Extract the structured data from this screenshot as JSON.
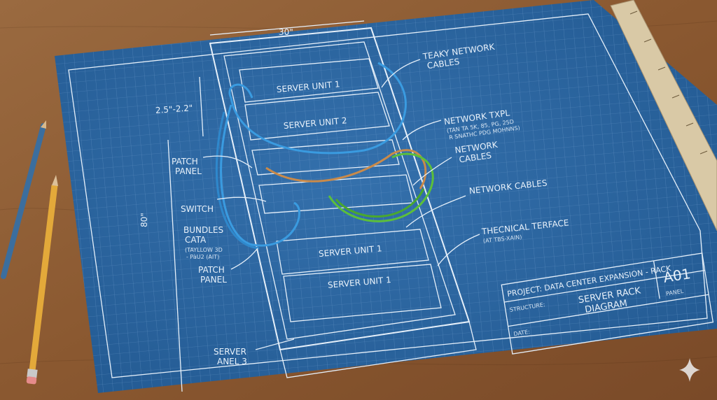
{
  "colors": {
    "wood": "#8a5a34",
    "blueprint": "#2e6aa6",
    "line": "#e6f0fa",
    "cable_blue": "#3a9be0",
    "cable_green": "#5cbf3a",
    "cable_orange": "#c98a4a"
  },
  "dimensions": {
    "width": "30\"",
    "unit_spacing": "2.5\"-2.2\"",
    "height": "80\""
  },
  "rack": {
    "units": [
      "SERVER UNIT 1",
      "SERVER UNIT 2",
      "SERVER UNIT 1",
      "SERVER UNIT 1"
    ]
  },
  "callouts_left": [
    {
      "lines": [
        "PATCH",
        "PANEL"
      ]
    },
    {
      "lines": [
        "SWITCH"
      ]
    },
    {
      "lines": [
        "BUNDLES",
        "CATA"
      ],
      "sub": [
        "(TAYLLOW 3D",
        "- PàU2 (AIT)"
      ]
    },
    {
      "lines": [
        "PATCH",
        "PANEL"
      ]
    },
    {
      "lines": [
        "SERVER",
        "ANEL 3"
      ]
    }
  ],
  "callouts_right": [
    {
      "lines": [
        "TEAKY NETWORK",
        "CABLES"
      ]
    },
    {
      "lines": [
        "NETWORK TXPL"
      ],
      "sub": [
        "(TAN TA 5K, 85, PG, 25D",
        "R SNATHC PDG MOHNNS)"
      ]
    },
    {
      "lines": [
        "NETWORK",
        "CABLES"
      ]
    },
    {
      "lines": [
        "NETWORK CABLES"
      ]
    },
    {
      "lines": [
        "THECNICAL TERFACE"
      ],
      "sub": [
        "(AT TBS-XAIN)"
      ]
    }
  ],
  "title_block": {
    "project": "PROJECT: DATA CENTER EXPANSION - RACK",
    "sheet": "A01",
    "structure_label": "STRUCTURE:",
    "drawing_title": [
      "SERVER RACK",
      "DIAGRAM"
    ],
    "date_label": "DATE:",
    "sheet_label": "PANEL"
  },
  "icons": {
    "sparkle": "sparkle-icon"
  }
}
